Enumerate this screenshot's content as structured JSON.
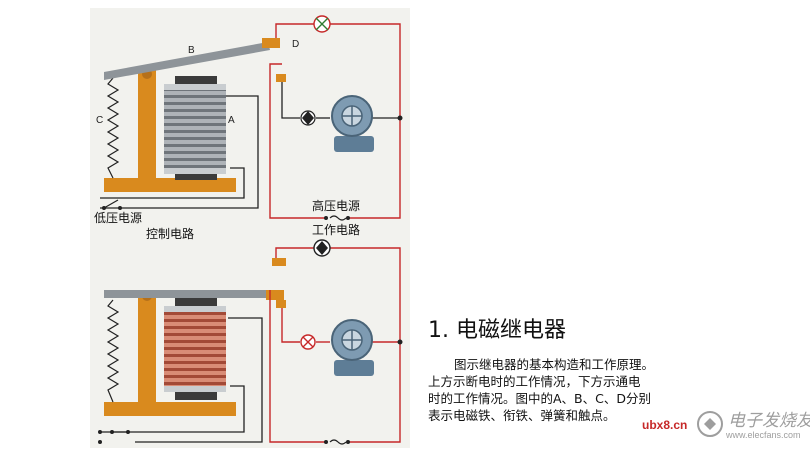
{
  "diagram": {
    "labels": {
      "armature_letter": "B",
      "contact_letter": "D",
      "coil_letter": "A",
      "spring_letter": "C",
      "low_voltage_source": "低压电源",
      "control_circuit": "控制电路",
      "high_voltage_source": "高压电源",
      "work_circuit": "工作电路"
    },
    "colors": {
      "base": "#d98a1e",
      "core": "#3b3b3b",
      "coil_off": "#8f9499",
      "coil_on": "#c0604a",
      "wire_control": "#222222",
      "wire_work": "#c62828",
      "motor": "#5e7d96"
    }
  },
  "text": {
    "title": "1. 电磁继电器",
    "lines": [
      "图示继电器的基本构造和工作原理。",
      "上方示断电时的工作情况，下方示通电",
      "时的工作情况。图中的A、B、C、D分别",
      "表示电磁铁、衔铁、弹簧和触点。"
    ]
  },
  "watermark": {
    "site": "ubx8.cn",
    "name": "电子发烧友",
    "url": "www.elecfans.com"
  }
}
